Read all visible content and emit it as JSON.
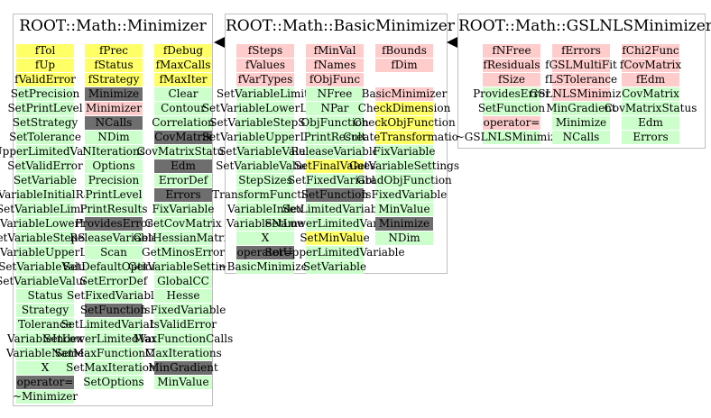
{
  "classes": [
    {
      "id": "minimizer",
      "title": "ROOT::Math::Minimizer",
      "columns": [
        [
          {
            "label": "fTol",
            "kind": "yellow"
          },
          {
            "label": "fUp",
            "kind": "yellow"
          },
          {
            "label": "fValidError",
            "kind": "yellow"
          },
          {
            "label": "SetPrecision",
            "kind": "method"
          },
          {
            "label": "SetPrintLevel",
            "kind": "method"
          },
          {
            "label": "SetStrategy",
            "kind": "method"
          },
          {
            "label": "SetTolerance",
            "kind": "method"
          },
          {
            "label": "SetUpperLimitedVariable",
            "kind": "method"
          },
          {
            "label": "SetValidError",
            "kind": "method"
          },
          {
            "label": "SetVariable",
            "kind": "method"
          },
          {
            "label": "SetVariableInitialRange",
            "kind": "method"
          },
          {
            "label": "SetVariableLimits",
            "kind": "method"
          },
          {
            "label": "SetVariableLowerLimit",
            "kind": "method"
          },
          {
            "label": "SetVariableStepSize",
            "kind": "method"
          },
          {
            "label": "SetVariableUpperLimit",
            "kind": "method"
          },
          {
            "label": "SetVariableValue",
            "kind": "method"
          },
          {
            "label": "SetVariableValues",
            "kind": "method"
          },
          {
            "label": "Status",
            "kind": "method"
          },
          {
            "label": "Strategy",
            "kind": "method"
          },
          {
            "label": "Tolerance",
            "kind": "method"
          },
          {
            "label": "VariableIndex",
            "kind": "method"
          },
          {
            "label": "VariableName",
            "kind": "method"
          },
          {
            "label": "X",
            "kind": "method"
          },
          {
            "label": "operator=",
            "kind": "gray"
          },
          {
            "label": "~Minimizer",
            "kind": "method"
          }
        ],
        [
          {
            "label": "fPrec",
            "kind": "yellow"
          },
          {
            "label": "fStatus",
            "kind": "yellow"
          },
          {
            "label": "fStrategy",
            "kind": "yellow"
          },
          {
            "label": "Minimize",
            "kind": "gray"
          },
          {
            "label": "Minimizer",
            "kind": "data"
          },
          {
            "label": "NCalls",
            "kind": "gray"
          },
          {
            "label": "NDim",
            "kind": "method"
          },
          {
            "label": "NIterations",
            "kind": "method"
          },
          {
            "label": "Options",
            "kind": "method"
          },
          {
            "label": "Precision",
            "kind": "method"
          },
          {
            "label": "PrintLevel",
            "kind": "method"
          },
          {
            "label": "PrintResults",
            "kind": "method"
          },
          {
            "label": "ProvidesError",
            "kind": "gray"
          },
          {
            "label": "ReleaseVariable",
            "kind": "method"
          },
          {
            "label": "Scan",
            "kind": "method"
          },
          {
            "label": "SetDefaultOptions",
            "kind": "method"
          },
          {
            "label": "SetErrorDef",
            "kind": "method"
          },
          {
            "label": "SetFixedVariable",
            "kind": "method"
          },
          {
            "label": "SetFunction",
            "kind": "gray"
          },
          {
            "label": "SetLimitedVariable",
            "kind": "method"
          },
          {
            "label": "SetLowerLimitedVariable",
            "kind": "method"
          },
          {
            "label": "SetMaxFunctionCalls",
            "kind": "method"
          },
          {
            "label": "SetMaxIterations",
            "kind": "method"
          },
          {
            "label": "SetOptions",
            "kind": "method"
          }
        ],
        [
          {
            "label": "fDebug",
            "kind": "yellow"
          },
          {
            "label": "fMaxCalls",
            "kind": "yellow"
          },
          {
            "label": "fMaxIter",
            "kind": "yellow"
          },
          {
            "label": "Clear",
            "kind": "method"
          },
          {
            "label": "Contour",
            "kind": "method"
          },
          {
            "label": "Correlation",
            "kind": "method"
          },
          {
            "label": "CovMatrix",
            "kind": "gray"
          },
          {
            "label": "CovMatrixStatus",
            "kind": "method"
          },
          {
            "label": "Edm",
            "kind": "gray"
          },
          {
            "label": "ErrorDef",
            "kind": "method"
          },
          {
            "label": "Errors",
            "kind": "gray"
          },
          {
            "label": "FixVariable",
            "kind": "method"
          },
          {
            "label": "GetCovMatrix",
            "kind": "method"
          },
          {
            "label": "GetHessianMatrix",
            "kind": "method"
          },
          {
            "label": "GetMinosError",
            "kind": "method"
          },
          {
            "label": "GetVariableSettings",
            "kind": "method"
          },
          {
            "label": "GlobalCC",
            "kind": "method"
          },
          {
            "label": "Hesse",
            "kind": "method"
          },
          {
            "label": "IsFixedVariable",
            "kind": "method"
          },
          {
            "label": "IsValidError",
            "kind": "method"
          },
          {
            "label": "MaxFunctionCalls",
            "kind": "method"
          },
          {
            "label": "MaxIterations",
            "kind": "method"
          },
          {
            "label": "MinGradient",
            "kind": "gray"
          },
          {
            "label": "MinValue",
            "kind": "method"
          }
        ]
      ]
    },
    {
      "id": "basicminimizer",
      "title": "ROOT::Math::BasicMinimizer",
      "columns": [
        [
          {
            "label": "fSteps",
            "kind": "data"
          },
          {
            "label": "fValues",
            "kind": "data"
          },
          {
            "label": "fVarTypes",
            "kind": "data"
          },
          {
            "label": "SetVariableLimits",
            "kind": "method"
          },
          {
            "label": "SetVariableLowerLimit",
            "kind": "method"
          },
          {
            "label": "SetVariableStepSize",
            "kind": "method"
          },
          {
            "label": "SetVariableUpperLimit",
            "kind": "method"
          },
          {
            "label": "SetVariableValue",
            "kind": "method"
          },
          {
            "label": "SetVariableValues",
            "kind": "method"
          },
          {
            "label": "StepSizes",
            "kind": "method"
          },
          {
            "label": "TransformFunction",
            "kind": "method"
          },
          {
            "label": "VariableIndex",
            "kind": "method"
          },
          {
            "label": "VariableName",
            "kind": "method"
          },
          {
            "label": "X",
            "kind": "method"
          },
          {
            "label": "operator=",
            "kind": "gray"
          },
          {
            "label": "~BasicMinimizer",
            "kind": "method"
          }
        ],
        [
          {
            "label": "fMinVal",
            "kind": "data"
          },
          {
            "label": "fNames",
            "kind": "data"
          },
          {
            "label": "fObjFunc",
            "kind": "data"
          },
          {
            "label": "NFree",
            "kind": "method"
          },
          {
            "label": "NPar",
            "kind": "method"
          },
          {
            "label": "ObjFunction",
            "kind": "method"
          },
          {
            "label": "PrintResult",
            "kind": "method"
          },
          {
            "label": "ReleaseVariable",
            "kind": "method"
          },
          {
            "label": "SetFinalValues",
            "kind": "yellow"
          },
          {
            "label": "SetFixedVariable",
            "kind": "method"
          },
          {
            "label": "SetFunction",
            "kind": "gray"
          },
          {
            "label": "SetLimitedVariable",
            "kind": "method"
          },
          {
            "label": "SetLowerLimitedVariable",
            "kind": "method"
          },
          {
            "label": "SetMinValue",
            "kind": "yellow"
          },
          {
            "label": "SetUpperLimitedVariable",
            "kind": "method"
          },
          {
            "label": "SetVariable",
            "kind": "method"
          }
        ],
        [
          {
            "label": "fBounds",
            "kind": "data"
          },
          {
            "label": "fDim",
            "kind": "data"
          },
          {
            "label": "",
            "kind": "white"
          },
          {
            "label": "BasicMinimizer",
            "kind": "data"
          },
          {
            "label": "CheckDimension",
            "kind": "yellow"
          },
          {
            "label": "CheckObjFunction",
            "kind": "yellow"
          },
          {
            "label": "CreateTransformation",
            "kind": "yellow"
          },
          {
            "label": "FixVariable",
            "kind": "method"
          },
          {
            "label": "GetVariableSettings",
            "kind": "method"
          },
          {
            "label": "GradObjFunction",
            "kind": "method"
          },
          {
            "label": "IsFixedVariable",
            "kind": "method"
          },
          {
            "label": "MinValue",
            "kind": "method"
          },
          {
            "label": "Minimize",
            "kind": "gray"
          },
          {
            "label": "NDim",
            "kind": "method"
          }
        ]
      ]
    },
    {
      "id": "gslnlsminimizer",
      "title": "ROOT::Math::GSLNLSMinimizer",
      "columns": [
        [
          {
            "label": "fNFree",
            "kind": "data"
          },
          {
            "label": "fResiduals",
            "kind": "data"
          },
          {
            "label": "fSize",
            "kind": "data"
          },
          {
            "label": "ProvidesError",
            "kind": "method"
          },
          {
            "label": "SetFunction",
            "kind": "method"
          },
          {
            "label": "operator=",
            "kind": "data"
          },
          {
            "label": "~GSLNLSMinimizer",
            "kind": "method"
          }
        ],
        [
          {
            "label": "fErrors",
            "kind": "data"
          },
          {
            "label": "fGSLMultiFit",
            "kind": "data"
          },
          {
            "label": "fLSTolerance",
            "kind": "data"
          },
          {
            "label": "GSLNLSMinimizer",
            "kind": "data"
          },
          {
            "label": "MinGradient",
            "kind": "method"
          },
          {
            "label": "Minimize",
            "kind": "method"
          },
          {
            "label": "NCalls",
            "kind": "method"
          }
        ],
        [
          {
            "label": "fChi2Func",
            "kind": "data"
          },
          {
            "label": "fCovMatrix",
            "kind": "data"
          },
          {
            "label": "fEdm",
            "kind": "data"
          },
          {
            "label": "CovMatrix",
            "kind": "method"
          },
          {
            "label": "CovMatrixStatus",
            "kind": "method"
          },
          {
            "label": "Edm",
            "kind": "method"
          },
          {
            "label": "Errors",
            "kind": "method"
          }
        ]
      ]
    }
  ],
  "colors": {
    "data_member": "#ffcccc",
    "protected_member": "#ffff66",
    "method": "#ccffcc",
    "overridden": "#6e6e6e",
    "box_border": "#bfbfbf"
  }
}
